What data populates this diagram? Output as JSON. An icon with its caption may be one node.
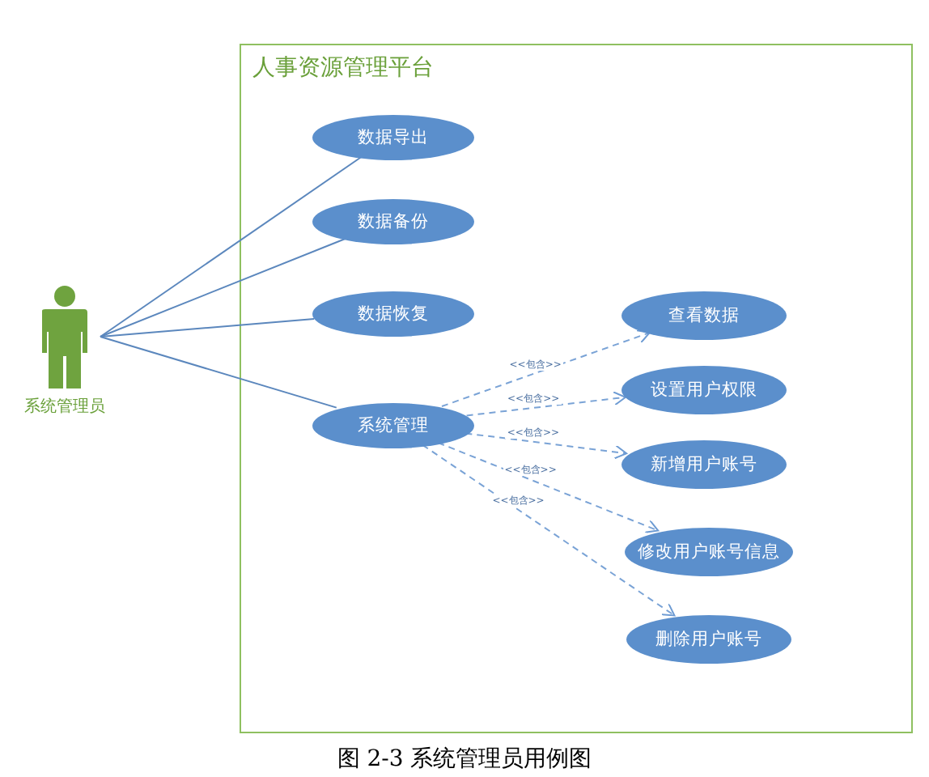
{
  "diagram": {
    "caption": "图 2-3  系统管理员用例图",
    "nodes": [
      {
        "text": [
          "人事资源管理平台"
        ]
      },
      {
        "text": [
          "系统管理员"
        ]
      },
      {
        "text": [
          "数据导出"
        ],
        "in": 0
      },
      {
        "text": [
          "数据备份"
        ],
        "in": 0
      },
      {
        "text": [
          "数据恢复"
        ],
        "in": 0
      },
      {
        "text": [
          "系统管理"
        ],
        "in": 0
      },
      {
        "text": [
          "查看数据"
        ],
        "in": 0
      },
      {
        "text": [
          "设置用户权限"
        ],
        "in": 0
      },
      {
        "text": [
          "新增用户账号"
        ],
        "in": 0
      },
      {
        "text": [
          "修改用户账号信息"
        ],
        "in": 0
      },
      {
        "text": [
          "删除用户账号"
        ],
        "in": 0
      }
    ],
    "edges": [
      {
        "from": 1,
        "to": 2,
        "arrow": "none"
      },
      {
        "from": 1,
        "to": 3,
        "arrow": "none"
      },
      {
        "from": 1,
        "to": 4,
        "arrow": "none"
      },
      {
        "from": 1,
        "to": 5,
        "arrow": "none"
      },
      {
        "from": 5,
        "to": 6,
        "arrow": "to",
        "style": "dashed",
        "label": "<<包含>>"
      },
      {
        "from": 5,
        "to": 7,
        "arrow": "to",
        "style": "dashed",
        "label": "<<包含>>"
      },
      {
        "from": 5,
        "to": 8,
        "arrow": "to",
        "style": "dashed",
        "label": "<<包含>>"
      },
      {
        "from": 5,
        "to": 9,
        "arrow": "to",
        "style": "dashed",
        "label": "<<包含>>"
      },
      {
        "from": 5,
        "to": 10,
        "arrow": "to",
        "style": "dashed",
        "label": "<<包含>>"
      }
    ]
  }
}
